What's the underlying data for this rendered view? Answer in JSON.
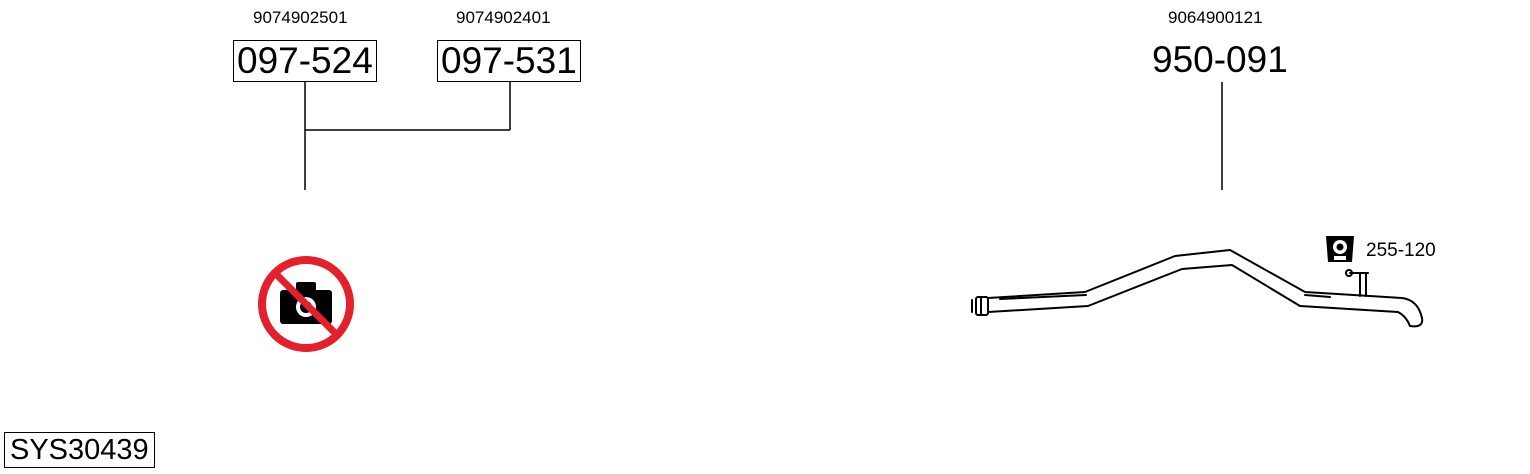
{
  "parts": [
    {
      "oem": "9074902501",
      "number": "097-524"
    },
    {
      "oem": "9074902401",
      "number": "097-531"
    },
    {
      "oem": "9064900121",
      "number": "950-091"
    }
  ],
  "clamp": {
    "number": "255-120",
    "icon": "clamp-icon"
  },
  "no_photo_icon": "no-photo-icon",
  "system_code": "SYS30439",
  "colors": {
    "no_photo_red": "#e3202c",
    "line": "#000000"
  }
}
